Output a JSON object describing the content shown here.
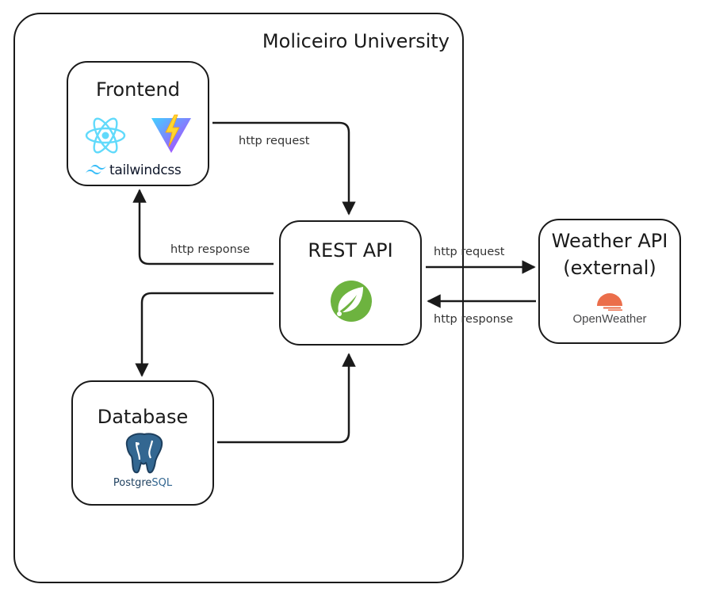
{
  "boundary": {
    "title": "Moliceiro University"
  },
  "nodes": {
    "frontend": {
      "title": "Frontend",
      "logos": [
        "react-icon",
        "vite-icon",
        "tailwindcss-logo"
      ],
      "tailwind_text": "tailwindcss"
    },
    "rest_api": {
      "title": "REST API",
      "logos": [
        "spring-icon"
      ]
    },
    "database": {
      "title": "Database",
      "logos": [
        "postgresql-logo"
      ],
      "pg_text_a": "Postgre",
      "pg_text_b": "SQL"
    },
    "weather_api": {
      "title_line1": "Weather API",
      "title_line2": "(external)",
      "logos": [
        "openweather-logo"
      ],
      "ow_text": "OpenWeather"
    }
  },
  "edges": [
    {
      "from": "frontend",
      "to": "rest_api",
      "label": "http request"
    },
    {
      "from": "rest_api",
      "to": "frontend",
      "label": "http response"
    },
    {
      "from": "rest_api",
      "to": "weather_api",
      "label": "http request"
    },
    {
      "from": "weather_api",
      "to": "rest_api",
      "label": "http response"
    },
    {
      "from": "rest_api",
      "to": "database",
      "label": ""
    },
    {
      "from": "database",
      "to": "rest_api",
      "label": ""
    }
  ],
  "colors": {
    "stroke": "#1a1a1a",
    "react": "#61dafb",
    "tailwind": "#38bdf8",
    "vite_purple": "#9b5cf6",
    "vite_yellow": "#ffd62e",
    "spring": "#6db33f",
    "postgres": "#336791",
    "openweather": "#eb6e4b"
  }
}
